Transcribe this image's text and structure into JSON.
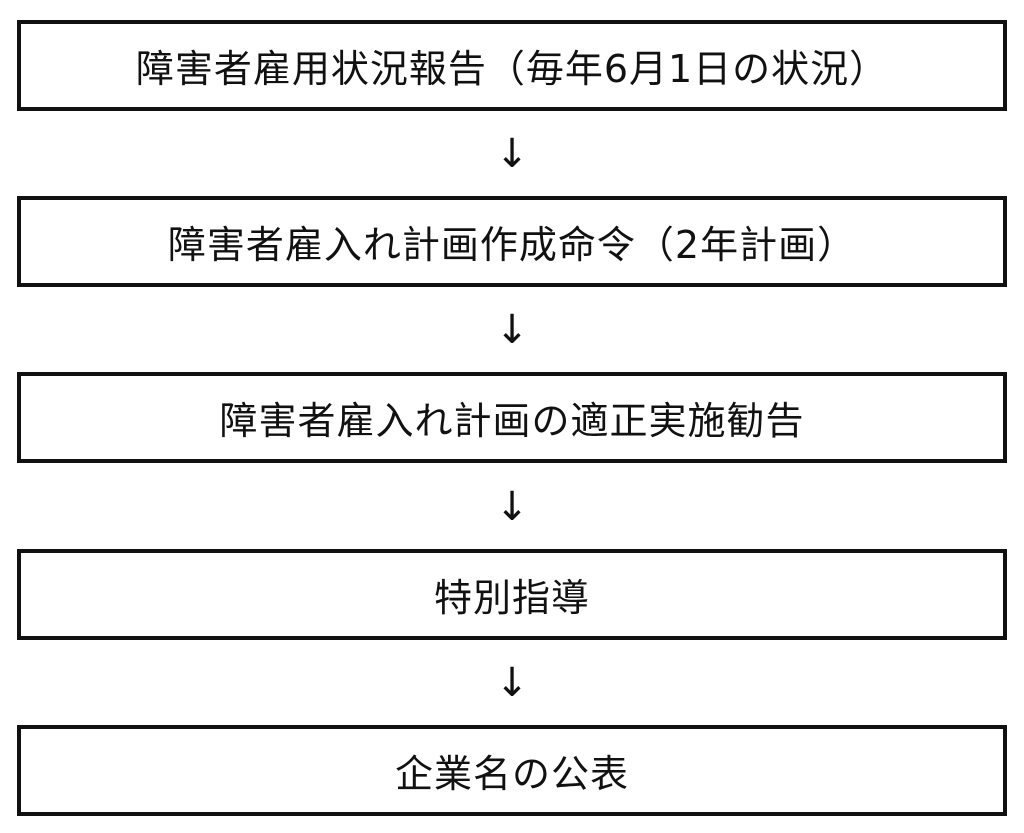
{
  "steps": [
    {
      "label": "障害者雇用状況報告（毎年6月1日の状況）"
    },
    {
      "label": "障害者雇入れ計画作成命令（2年計画）"
    },
    {
      "label": "障害者雇入れ計画の適正実施勧告"
    },
    {
      "label": "特別指導"
    },
    {
      "label": "企業名の公表"
    }
  ],
  "arrow": "↓"
}
